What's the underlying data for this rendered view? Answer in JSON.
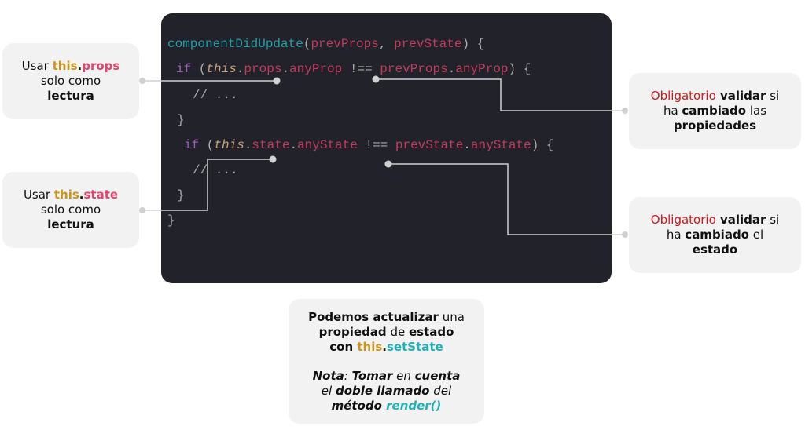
{
  "code": {
    "l1": {
      "fn": "componentDidUpdate",
      "p1": "(",
      "a": "prevProps",
      "c": ", ",
      "b": "prevState",
      "e": ") {"
    },
    "l2": {
      "if": "if",
      "o": " (",
      "this": "this",
      "d": ".",
      "props": "props",
      "d2": ".",
      "prop": "anyProp",
      "neq": " !== ",
      "pp": "prevProps",
      "d3": ".",
      "prop2": "anyProp",
      "e": ") {"
    },
    "l3": "// ...",
    "l4": "}",
    "l5": {
      "if": "if",
      "o": " (",
      "this": "this",
      "d": ".",
      "state": "state",
      "d2": ".",
      "st": "anyState",
      "neq": " !== ",
      "ps": "prevState",
      "d3": ".",
      "st2": "anyState",
      "e": ") {"
    },
    "l6": "// ...",
    "l7": "}",
    "l8": "}"
  },
  "notes": {
    "props": {
      "a": "Usar ",
      "this": "this",
      "dot": ".",
      "kw": "props",
      "b": "solo como",
      "c": "lectura"
    },
    "state": {
      "a": "Usar ",
      "this": "this",
      "dot": ".",
      "kw": "state",
      "b": "solo como",
      "c": "lectura"
    },
    "validProps": {
      "a": "Obligatorio",
      "b": " validar",
      "c": " si",
      "d": "ha ",
      "e": "cambiado",
      "f": " las",
      "g": "propiedades"
    },
    "validState": {
      "a": "Obligatorio",
      "b": " validar",
      "c": " si",
      "d": "ha ",
      "e": "cambiado",
      "f": " el",
      "g": "estado"
    },
    "bottom": {
      "a": "Podemos actualizar",
      "b": " una",
      "c": "propiedad",
      "d": " de ",
      "e": "estado",
      "f": "con ",
      "g": "this",
      "h": ".",
      "i": "setState",
      "j": "Nota",
      "k": ": ",
      "l": "Tomar",
      "m": " en ",
      "n": "cuenta",
      "o": "el ",
      "p": "doble llamado",
      "q": " del",
      "r": "método ",
      "s": "render()"
    }
  }
}
